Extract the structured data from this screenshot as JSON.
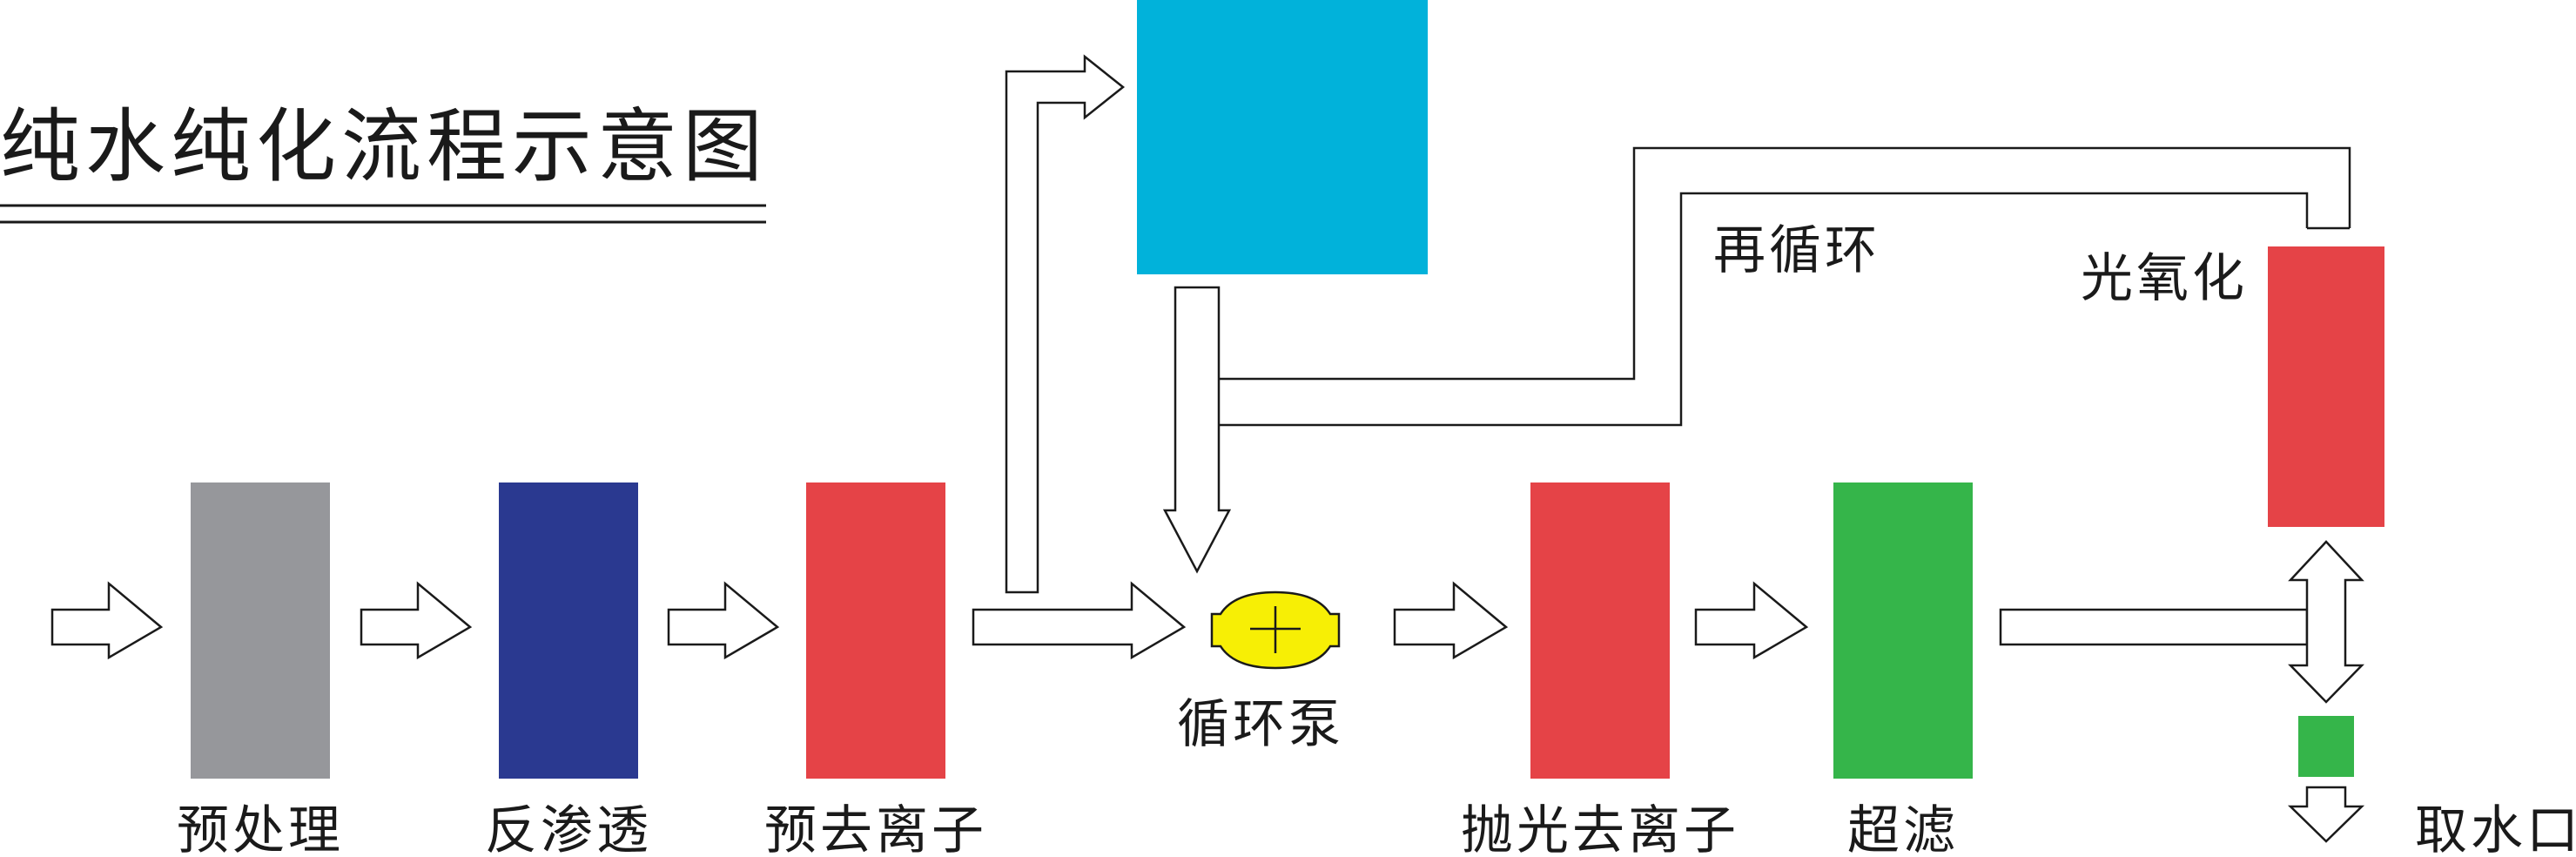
{
  "title": "纯水纯化流程示意图",
  "labels": {
    "pretreatment": "预处理",
    "reverse_osmosis": "反渗透",
    "pre_deionization": "预去离子",
    "circulation_pump": "循环泵",
    "polishing_deionization": "抛光去离子",
    "ultrafiltration": "超滤",
    "recirculation": "再循环",
    "photo_oxidation": "光氧化",
    "water_outlet": "取水口"
  },
  "colors": {
    "pretreatment": "#96979b",
    "reverse_osmosis": "#2a3990",
    "pre_deionization": "#e54347",
    "storage_tank": "#01b2da",
    "circulation_pump": "#f7ef05",
    "polishing_deionization": "#e54347",
    "ultrafiltration": "#35b54a",
    "photo_oxidation": "#e54347",
    "water_outlet": "#35b54a"
  }
}
